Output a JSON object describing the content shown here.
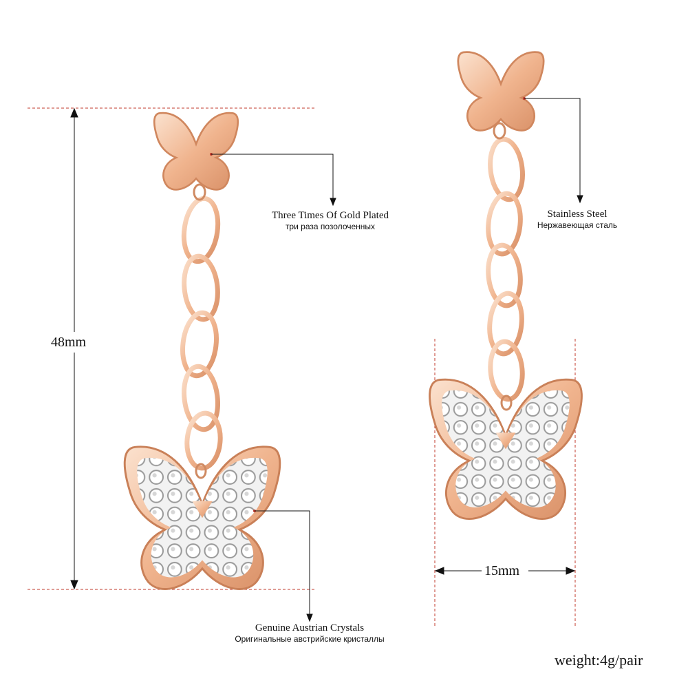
{
  "annotations": {
    "gold_plated": {
      "en": "Three Times Of Gold Plated",
      "ru": "три раза позолоченных"
    },
    "stainless": {
      "en": "Stainless Steel",
      "ru": "Нержавеющая сталь"
    },
    "crystals": {
      "en": "Genuine Austrian Crystals",
      "ru": "Оригинальные австрийские кристаллы"
    }
  },
  "dimensions": {
    "length": "48mm",
    "width": "15mm"
  },
  "weight": "weight:4g/pair",
  "colors": {
    "rose_gold": "#f2b690",
    "rose_gold_dark": "#c98058",
    "rose_gold_light": "#fbe0cc",
    "guide_line": "#c0392b",
    "crystal_bg": "#eeeeee"
  }
}
